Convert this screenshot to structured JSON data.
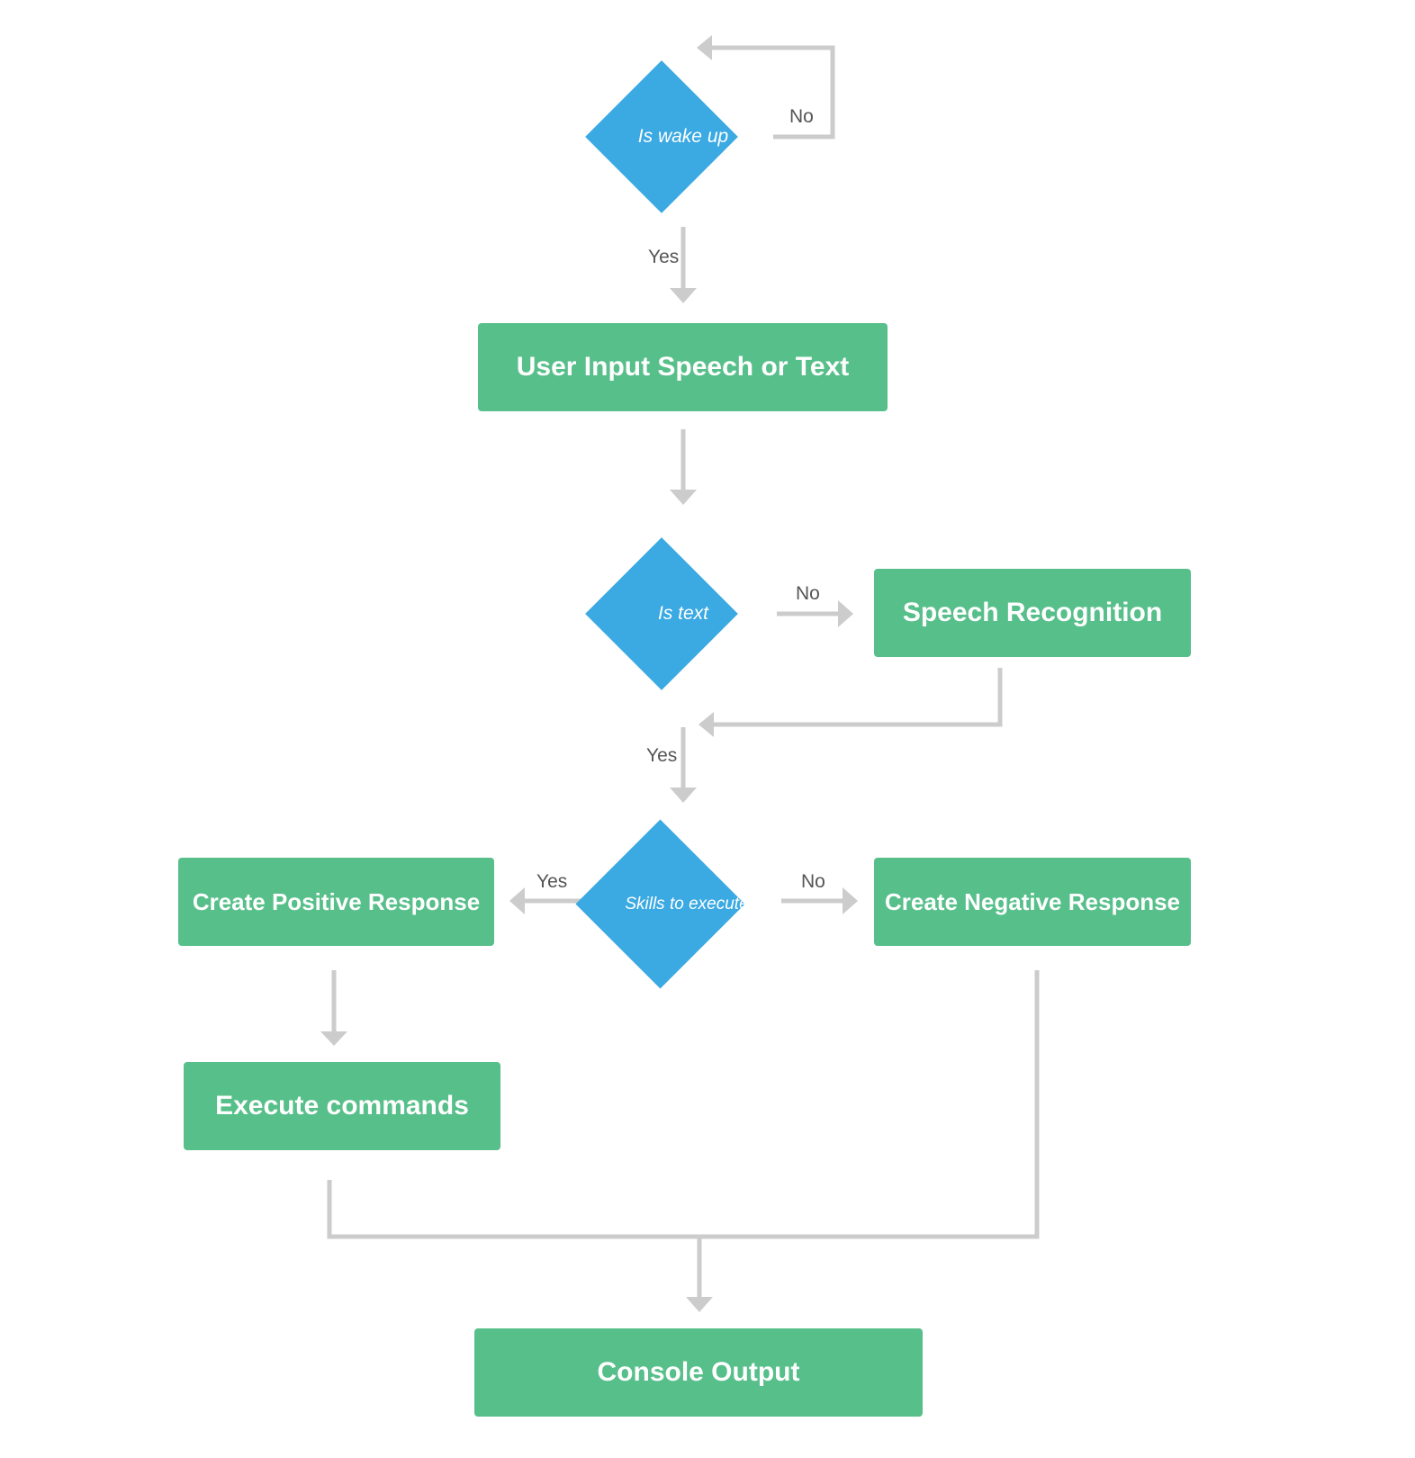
{
  "colors": {
    "process_fill": "#57bf8a",
    "decision_fill": "#3ba9e2",
    "connector": "#cccccc",
    "label_text": "#555555",
    "node_text": "#ffffff"
  },
  "decisions": {
    "wake_up": "Is wake up",
    "is_text": "Is text",
    "skills": "Skills to execute"
  },
  "processes": {
    "user_input": "User Input Speech or Text",
    "speech_recognition": "Speech Recognition",
    "positive_response": "Create Positive Response",
    "negative_response": "Create Negative Response",
    "execute_commands": "Execute commands",
    "console_output": "Console Output"
  },
  "edge_labels": {
    "wake_no": "No",
    "wake_yes": "Yes",
    "text_no": "No",
    "text_yes": "Yes",
    "skills_yes": "Yes",
    "skills_no": "No"
  }
}
